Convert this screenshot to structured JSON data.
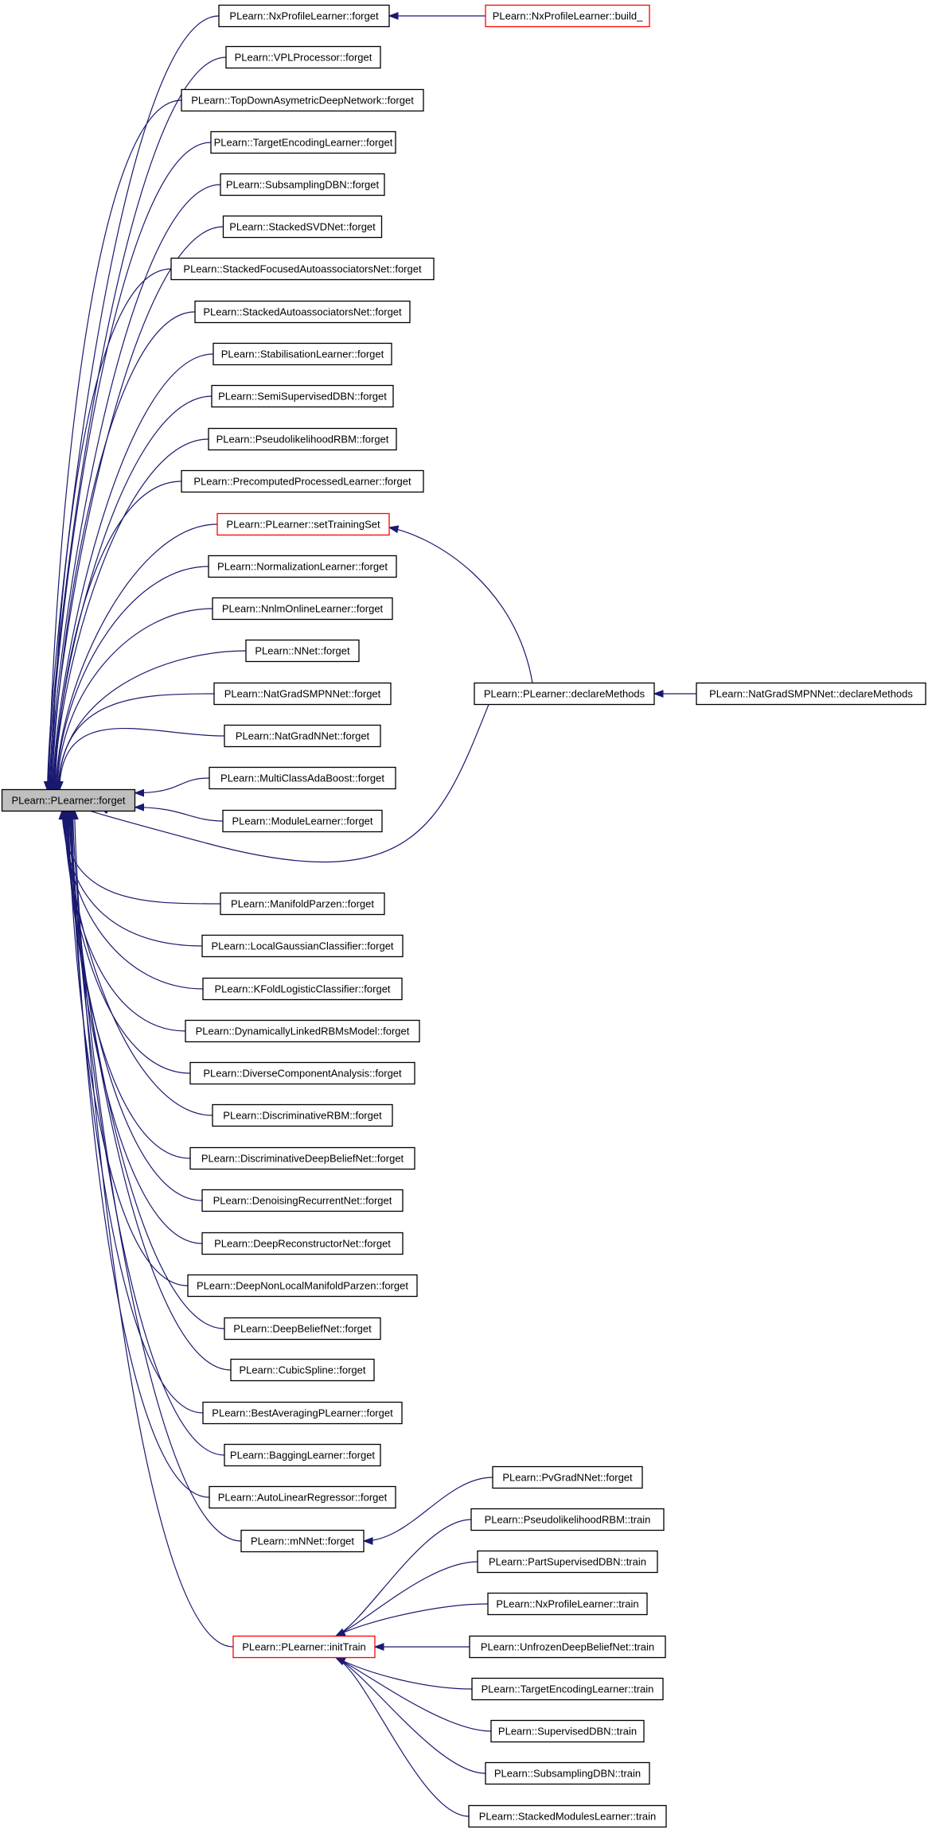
{
  "colors": {
    "edge": "#191970",
    "border_default": "#000000",
    "border_truncated": "#ff0000",
    "root_fill": "#bfbfbf"
  },
  "root": {
    "id": "root",
    "label": "PLearn::PLearner::forget"
  },
  "nodes": [
    {
      "id": "nxprof_forget",
      "label": "PLearn::NxProfileLearner::forget"
    },
    {
      "id": "nxprof_build",
      "label": "PLearn::NxProfileLearner::build_",
      "border": "red"
    },
    {
      "id": "vpl",
      "label": "PLearn::VPLProcessor::forget"
    },
    {
      "id": "tdadn",
      "label": "PLearn::TopDownAsymetricDeepNetwork::forget"
    },
    {
      "id": "tel",
      "label": "PLearn::TargetEncodingLearner::forget"
    },
    {
      "id": "sdbn",
      "label": "PLearn::SubsamplingDBN::forget"
    },
    {
      "id": "ssvd",
      "label": "PLearn::StackedSVDNet::forget"
    },
    {
      "id": "sfan",
      "label": "PLearn::StackedFocusedAutoassociatorsNet::forget"
    },
    {
      "id": "san",
      "label": "PLearn::StackedAutoassociatorsNet::forget"
    },
    {
      "id": "stab",
      "label": "PLearn::StabilisationLearner::forget"
    },
    {
      "id": "semi",
      "label": "PLearn::SemiSupervisedDBN::forget"
    },
    {
      "id": "prbm",
      "label": "PLearn::PseudolikelihoodRBM::forget"
    },
    {
      "id": "ppl",
      "label": "PLearn::PrecomputedProcessedLearner::forget"
    },
    {
      "id": "settrain",
      "label": "PLearn::PLearner::setTrainingSet",
      "border": "red"
    },
    {
      "id": "norm",
      "label": "PLearn::NormalizationLearner::forget"
    },
    {
      "id": "nnlm",
      "label": "PLearn::NnlmOnlineLearner::forget"
    },
    {
      "id": "nnet",
      "label": "PLearn::NNet::forget"
    },
    {
      "id": "ngsmpn",
      "label": "PLearn::NatGradSMPNNet::forget"
    },
    {
      "id": "ngnn",
      "label": "PLearn::NatGradNNet::forget"
    },
    {
      "id": "mcab",
      "label": "PLearn::MultiClassAdaBoost::forget"
    },
    {
      "id": "modl",
      "label": "PLearn::ModuleLearner::forget"
    },
    {
      "id": "declare",
      "label": "PLearn::PLearner::declareMethods"
    },
    {
      "id": "ngsmpn_declare",
      "label": "PLearn::NatGradSMPNNet::declareMethods"
    },
    {
      "id": "manp",
      "label": "PLearn::ManifoldParzen::forget"
    },
    {
      "id": "lgc",
      "label": "PLearn::LocalGaussianClassifier::forget"
    },
    {
      "id": "kflc",
      "label": "PLearn::KFoldLogisticClassifier::forget"
    },
    {
      "id": "dlrbm",
      "label": "PLearn::DynamicallyLinkedRBMsModel::forget"
    },
    {
      "id": "dca",
      "label": "PLearn::DiverseComponentAnalysis::forget"
    },
    {
      "id": "drbm",
      "label": "PLearn::DiscriminativeRBM::forget"
    },
    {
      "id": "ddbn",
      "label": "PLearn::DiscriminativeDeepBeliefNet::forget"
    },
    {
      "id": "drn",
      "label": "PLearn::DenoisingRecurrentNet::forget"
    },
    {
      "id": "dren",
      "label": "PLearn::DeepReconstructorNet::forget"
    },
    {
      "id": "dnlmp",
      "label": "PLearn::DeepNonLocalManifoldParzen::forget"
    },
    {
      "id": "dbn",
      "label": "PLearn::DeepBeliefNet::forget"
    },
    {
      "id": "cubic",
      "label": "PLearn::CubicSpline::forget"
    },
    {
      "id": "bapl",
      "label": "PLearn::BestAveragingPLearner::forget"
    },
    {
      "id": "bag",
      "label": "PLearn::BaggingLearner::forget"
    },
    {
      "id": "alr",
      "label": "PLearn::AutoLinearRegressor::forget"
    },
    {
      "id": "mnnet",
      "label": "PLearn::mNNet::forget"
    },
    {
      "id": "pvgrad",
      "label": "PLearn::PvGradNNet::forget"
    },
    {
      "id": "inittrain",
      "label": "PLearn::PLearner::initTrain",
      "border": "red"
    },
    {
      "id": "t_prbm",
      "label": "PLearn::PseudolikelihoodRBM::train"
    },
    {
      "id": "t_psdbn",
      "label": "PLearn::PartSupervisedDBN::train"
    },
    {
      "id": "t_nxp",
      "label": "PLearn::NxProfileLearner::train"
    },
    {
      "id": "t_udbn",
      "label": "PLearn::UnfrozenDeepBeliefNet::train"
    },
    {
      "id": "t_tel",
      "label": "PLearn::TargetEncodingLearner::train"
    },
    {
      "id": "t_sdbn",
      "label": "PLearn::SupervisedDBN::train"
    },
    {
      "id": "t_subdbn",
      "label": "PLearn::SubsamplingDBN::train"
    },
    {
      "id": "t_sml",
      "label": "PLearn::StackedModulesLearner::train"
    }
  ],
  "edges": [
    [
      "nxprof_forget",
      "root"
    ],
    [
      "vpl",
      "root"
    ],
    [
      "tdadn",
      "root"
    ],
    [
      "tel",
      "root"
    ],
    [
      "sdbn",
      "root"
    ],
    [
      "ssvd",
      "root"
    ],
    [
      "sfan",
      "root"
    ],
    [
      "san",
      "root"
    ],
    [
      "stab",
      "root"
    ],
    [
      "semi",
      "root"
    ],
    [
      "prbm",
      "root"
    ],
    [
      "ppl",
      "root"
    ],
    [
      "settrain",
      "root"
    ],
    [
      "norm",
      "root"
    ],
    [
      "nnlm",
      "root"
    ],
    [
      "nnet",
      "root"
    ],
    [
      "ngsmpn",
      "root"
    ],
    [
      "ngnn",
      "root"
    ],
    [
      "mcab",
      "root"
    ],
    [
      "modl",
      "root"
    ],
    [
      "declare",
      "root"
    ],
    [
      "manp",
      "root"
    ],
    [
      "lgc",
      "root"
    ],
    [
      "kflc",
      "root"
    ],
    [
      "dlrbm",
      "root"
    ],
    [
      "dca",
      "root"
    ],
    [
      "drbm",
      "root"
    ],
    [
      "ddbn",
      "root"
    ],
    [
      "drn",
      "root"
    ],
    [
      "dren",
      "root"
    ],
    [
      "dnlmp",
      "root"
    ],
    [
      "dbn",
      "root"
    ],
    [
      "cubic",
      "root"
    ],
    [
      "bapl",
      "root"
    ],
    [
      "bag",
      "root"
    ],
    [
      "alr",
      "root"
    ],
    [
      "mnnet",
      "root"
    ],
    [
      "inittrain",
      "root"
    ],
    [
      "nxprof_build",
      "nxprof_forget"
    ],
    [
      "declare",
      "settrain"
    ],
    [
      "ngsmpn_declare",
      "declare"
    ],
    [
      "pvgrad",
      "mnnet"
    ],
    [
      "t_prbm",
      "inittrain"
    ],
    [
      "t_psdbn",
      "inittrain"
    ],
    [
      "t_nxp",
      "inittrain"
    ],
    [
      "t_udbn",
      "inittrain"
    ],
    [
      "t_tel",
      "inittrain"
    ],
    [
      "t_sdbn",
      "inittrain"
    ],
    [
      "t_subdbn",
      "inittrain"
    ],
    [
      "t_sml",
      "inittrain"
    ]
  ]
}
